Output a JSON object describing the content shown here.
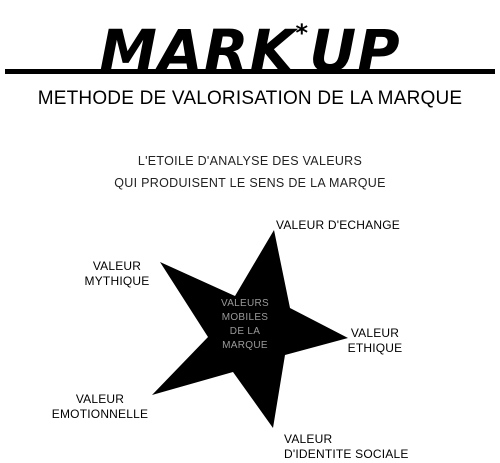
{
  "header": {
    "logo_text": "MARK",
    "logo_asterisk": "*",
    "logo_text_2": "UP",
    "subtitle": "METHODE DE VALORISATION DE LA MARQUE"
  },
  "diagram": {
    "caption_line1": "L'ETOILE D'ANALYSE DES VALEURS",
    "caption_line2": "QUI PRODUISENT LE SENS DE LA MARQUE",
    "center_line1": "VALEURS",
    "center_line2": "MOBILES",
    "center_line3": "DE LA",
    "center_line4": "MARQUE",
    "labels": {
      "echange": "VALEUR D'ECHANGE",
      "mythique_1": "VALEUR",
      "mythique_2": "MYTHIQUE",
      "ethique_1": "VALEUR",
      "ethique_2": "ETHIQUE",
      "emotionnelle_1": "VALEUR",
      "emotionnelle_2": "EMOTIONNELLE",
      "identite_1": "VALEUR",
      "identite_2": "D'IDENTITE SOCIALE"
    },
    "star_color": "#000000"
  }
}
